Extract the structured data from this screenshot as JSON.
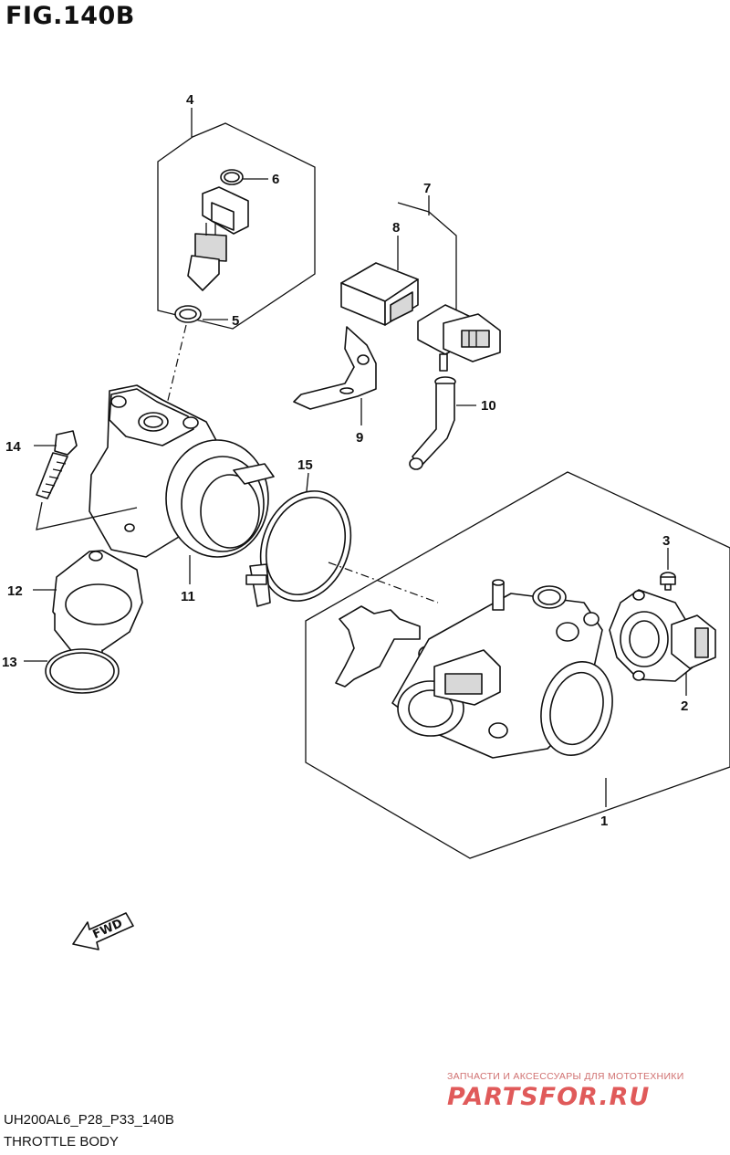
{
  "figure": {
    "title": "FIG.140B"
  },
  "callouts": [
    {
      "id": "1",
      "label": "1"
    },
    {
      "id": "2",
      "label": "2"
    },
    {
      "id": "3",
      "label": "3"
    },
    {
      "id": "4",
      "label": "4"
    },
    {
      "id": "5",
      "label": "5"
    },
    {
      "id": "6",
      "label": "6"
    },
    {
      "id": "7",
      "label": "7"
    },
    {
      "id": "8",
      "label": "8"
    },
    {
      "id": "9",
      "label": "9"
    },
    {
      "id": "10",
      "label": "10"
    },
    {
      "id": "11",
      "label": "11"
    },
    {
      "id": "12",
      "label": "12"
    },
    {
      "id": "13",
      "label": "13"
    },
    {
      "id": "14",
      "label": "14"
    },
    {
      "id": "15",
      "label": "15"
    }
  ],
  "direction_marker": {
    "label": "FWD"
  },
  "watermark": {
    "subtitle": "ЗАПЧАСТИ И АКСЕССУАРЫ ДЛЯ МОТОТЕХНИКИ",
    "logo": "PARTSFOR.RU"
  },
  "footer": {
    "code": "UH200AL6_P28_P33_140B",
    "name": "THROTTLE BODY"
  }
}
